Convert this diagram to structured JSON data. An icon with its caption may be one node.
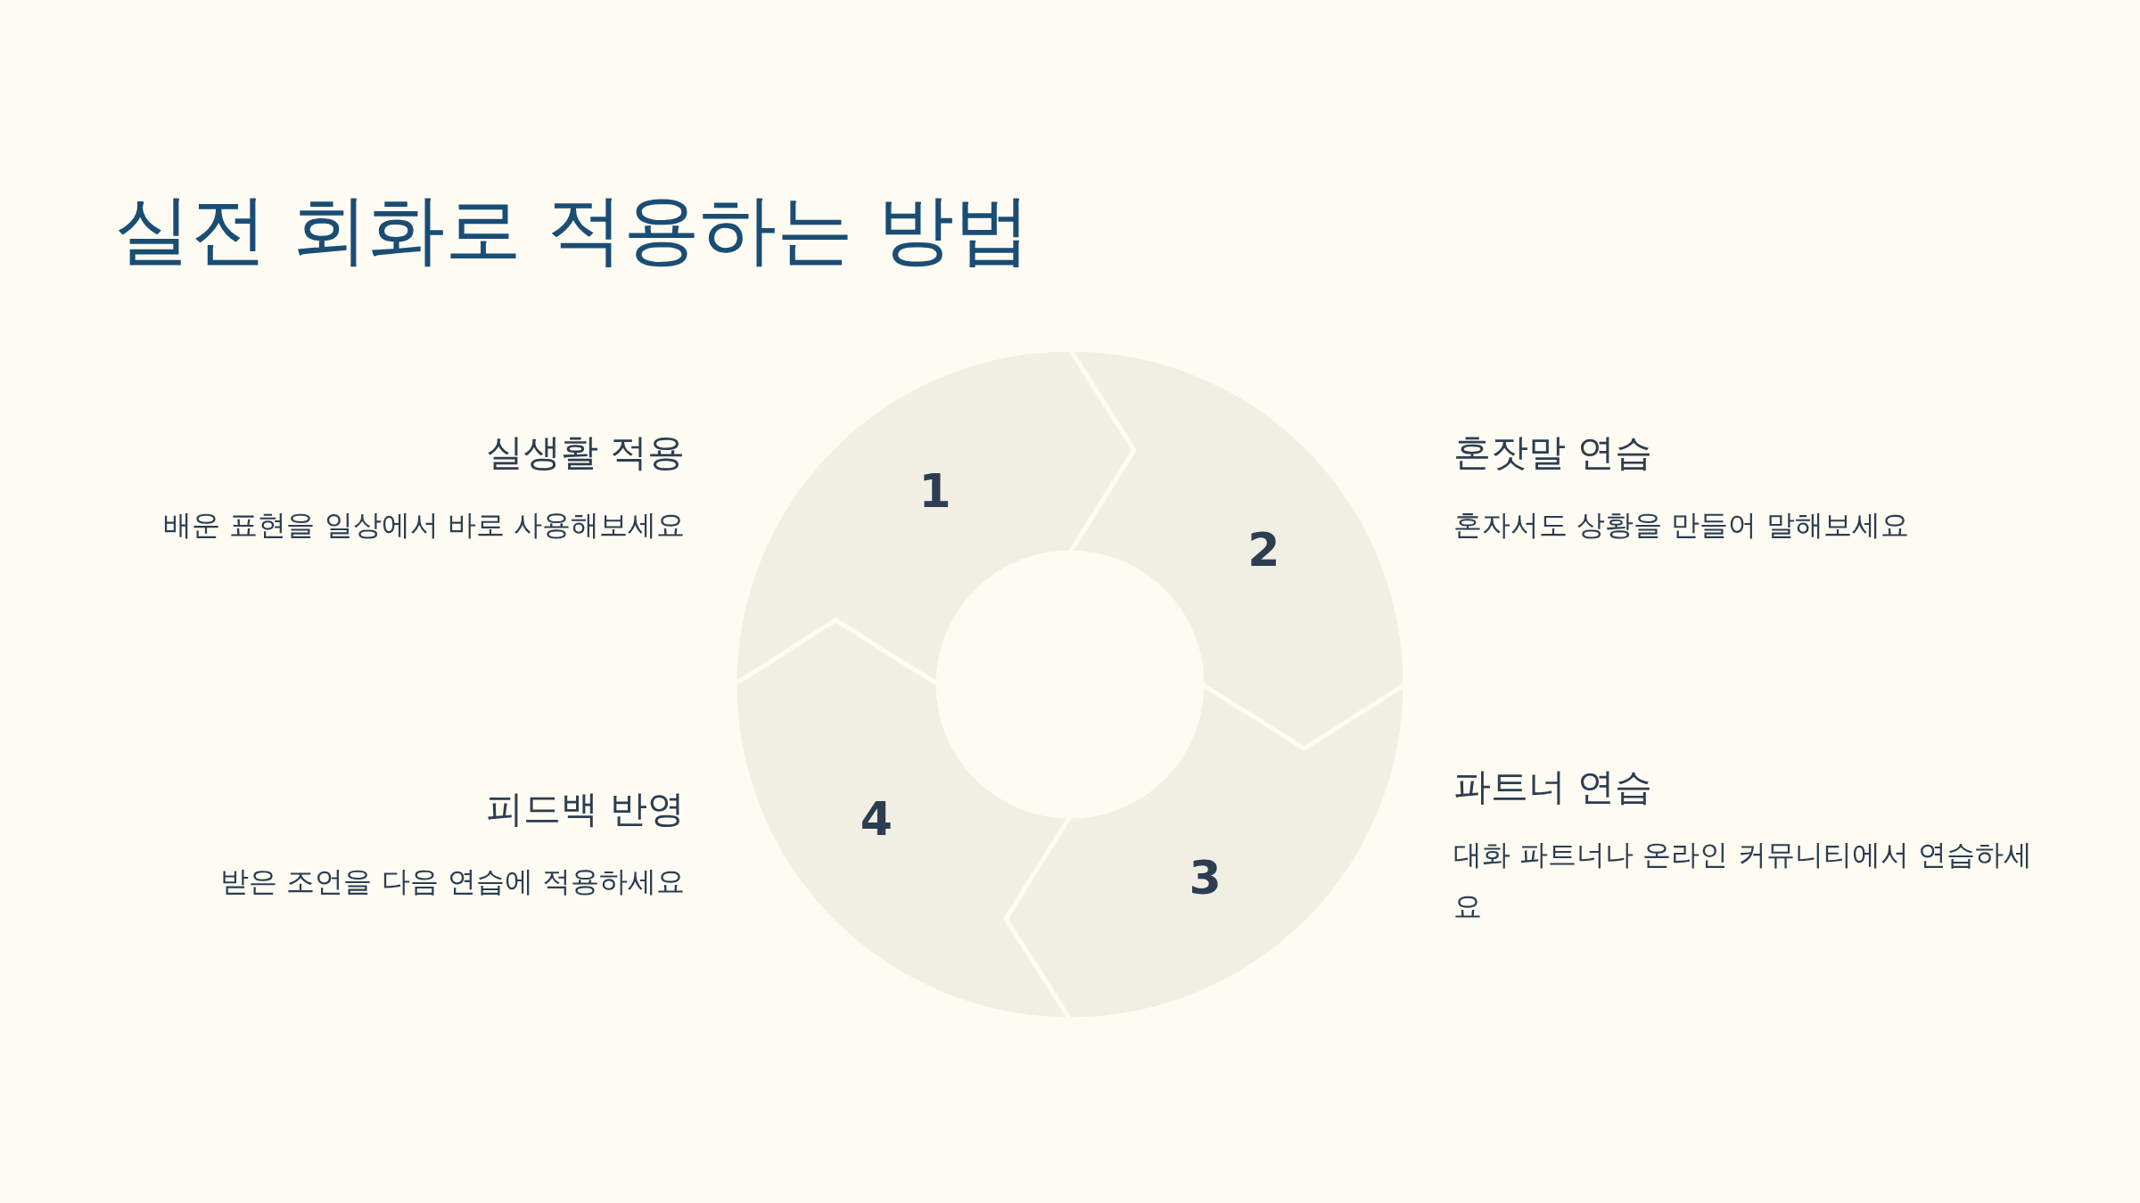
{
  "diagram": {
    "title": "실전 회화로 적용하는 방법",
    "nodes": [
      {
        "text": [
          "1"
        ],
        "beside": [
          "실생활 적용",
          "배운 표현을 일상에서 바로 사용해보세요"
        ]
      },
      {
        "text": [
          "2"
        ],
        "beside": [
          "혼잣말 연습",
          "혼자서도 상황을 만들어 말해보세요"
        ]
      },
      {
        "text": [
          "3"
        ],
        "beside": [
          "파트너 연습",
          "대화 파트너나 온라인 커뮤니티에서 연습하세요"
        ]
      },
      {
        "text": [
          "4"
        ],
        "beside": [
          "피드백 반영",
          "받은 조언을 다음 연습에 적용하세요"
        ]
      }
    ],
    "edges": []
  }
}
